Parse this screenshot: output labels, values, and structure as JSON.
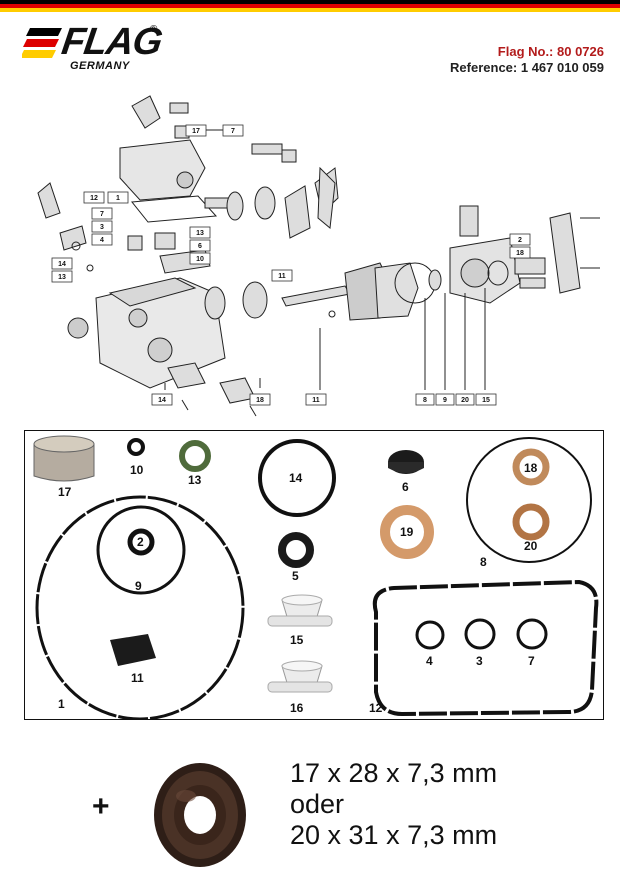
{
  "header": {
    "flag_colors": [
      "#000000",
      "#dd0000",
      "#ffcc00"
    ],
    "logo_text": "FLAG",
    "logo_reg": "®",
    "logo_sub": "GERMANY",
    "flag_no": "Flag No.: 80 0726",
    "reference": "Reference: 1 467 010 059"
  },
  "diagram": {
    "callouts": [
      "17",
      "7",
      "12",
      "1",
      "7",
      "3",
      "4",
      "13",
      "6",
      "10",
      "14",
      "13",
      "11",
      "2",
      "18",
      "14",
      "18",
      "11",
      "8",
      "9",
      "20",
      "15"
    ]
  },
  "kit": {
    "parts": [
      {
        "number": "17",
        "icon": "bushing-icon"
      },
      {
        "number": "10",
        "icon": "o-ring-icon"
      },
      {
        "number": "13",
        "icon": "o-ring-icon"
      },
      {
        "number": "14",
        "icon": "o-ring-icon"
      },
      {
        "number": "6",
        "icon": "rubber-cap-icon"
      },
      {
        "number": "18",
        "icon": "copper-washer-icon"
      },
      {
        "number": "19",
        "icon": "copper-washer-icon"
      },
      {
        "number": "20",
        "icon": "copper-washer-icon"
      },
      {
        "number": "8",
        "icon": "o-ring-icon"
      },
      {
        "number": "2",
        "icon": "o-ring-icon"
      },
      {
        "number": "9",
        "icon": "o-ring-icon"
      },
      {
        "number": "5",
        "icon": "shaft-seal-icon"
      },
      {
        "number": "1",
        "icon": "o-ring-icon"
      },
      {
        "number": "15",
        "icon": "plastic-cap-icon"
      },
      {
        "number": "11",
        "icon": "rubber-block-icon"
      },
      {
        "number": "16",
        "icon": "plastic-cap-icon"
      },
      {
        "number": "4",
        "icon": "o-ring-icon"
      },
      {
        "number": "3",
        "icon": "o-ring-icon"
      },
      {
        "number": "7",
        "icon": "o-ring-icon"
      },
      {
        "number": "12",
        "icon": "cover-gasket-icon"
      }
    ]
  },
  "extra": {
    "plus": "+",
    "seal_icon": "shaft-seal-photo-icon",
    "dim_1": "17 x 28 x 7,3 mm",
    "dim_or": "oder",
    "dim_2": "20 x 31 x 7,3 mm"
  }
}
